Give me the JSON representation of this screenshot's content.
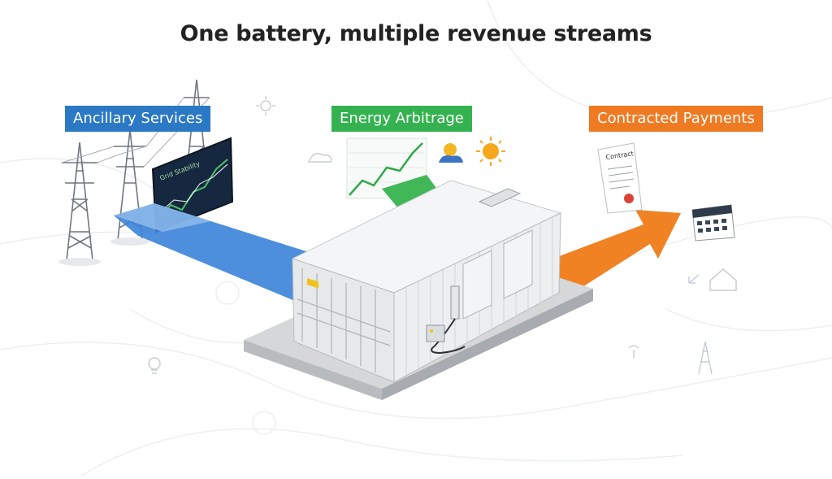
{
  "title": "One battery, multiple revenue streams",
  "streams": [
    {
      "label": "Ancillary Services",
      "color": "#2b78c5",
      "side": "left"
    },
    {
      "label": "Energy Arbitrage",
      "color": "#34b24f",
      "side": "center"
    },
    {
      "label": "Contracted Payments",
      "color": "#ef7a22",
      "side": "right"
    }
  ],
  "monitor_text": "Grid Stability",
  "contract_text": "Contract",
  "container_warning_label": "",
  "icons": [
    "power-tower-icon",
    "chart-monitor-icon",
    "line-chart-icon",
    "weather-icon",
    "sun-icon",
    "contract-document-icon",
    "calendar-icon",
    "lightbulb-icon",
    "house-icon",
    "signal-tower-icon",
    "battery-container-icon"
  ]
}
